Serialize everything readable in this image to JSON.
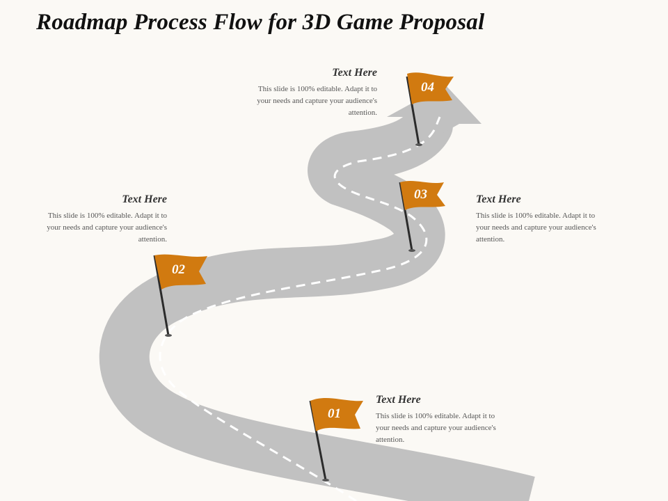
{
  "title": "Roadmap Process Flow for 3D Game Proposal",
  "colors": {
    "background": "#fbf9f5",
    "road": "#c1c1c1",
    "flag": "#d17a10",
    "pole": "#2b2b2b",
    "dash": "#ffffff"
  },
  "milestones": [
    {
      "number": "01",
      "heading": "Text Here",
      "body": "This slide is 100% editable. Adapt it to your needs and capture your audience's attention."
    },
    {
      "number": "02",
      "heading": "Text Here",
      "body": "This slide is 100% editable. Adapt it to your needs and capture your audience's attention."
    },
    {
      "number": "03",
      "heading": "Text Here",
      "body": "This slide is 100% editable. Adapt it to your needs and capture your audience's attention."
    },
    {
      "number": "04",
      "heading": "Text Here",
      "body": "This slide is 100% editable. Adapt it to your needs and capture your audience's attention."
    }
  ]
}
